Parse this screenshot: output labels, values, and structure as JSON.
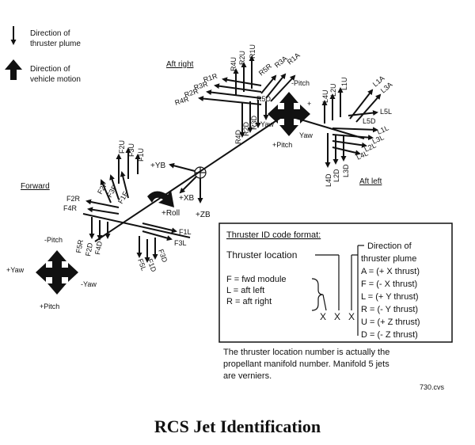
{
  "legend": {
    "plume_line1": "Direction of",
    "plume_line2": "thruster plume",
    "motion_line1": "Direction of",
    "motion_line2": "vehicle motion"
  },
  "sections": {
    "aft_right": "Aft right",
    "aft_left": "Aft left",
    "forward": "Forward"
  },
  "body_axes": {
    "yb": "+YB",
    "xb": "+XB",
    "zb": "+ZB",
    "roll": "+Roll"
  },
  "aft_right_jets": [
    "R4U",
    "R2U",
    "R1U",
    "R5R",
    "R3A",
    "R1A",
    "R1R",
    "R3R",
    "R2R",
    "R4R",
    "R5D",
    "R4D",
    "R2D",
    "R3D"
  ],
  "aft_right_motion": {
    "pitch_minus": "-Pitch",
    "pitch_plus": "+Pitch",
    "yaw_minus": "-Yaw",
    "yaw_plus": "Yaw",
    "plus": "+"
  },
  "aft_left_jets": [
    "L4U",
    "L2U",
    "L1U",
    "L1A",
    "L3A",
    "L5L",
    "L5D",
    "L1L",
    "L3L",
    "L2L",
    "L4L",
    "L4D",
    "L2D",
    "L3D"
  ],
  "forward_jets": [
    "F2U",
    "F3U",
    "F1U",
    "F2F",
    "F3F",
    "F1F",
    "F2R",
    "F4R",
    "F1L",
    "F3L",
    "F5R",
    "F2D",
    "F4D",
    "F3D",
    "F1D",
    "F5L"
  ],
  "forward_motion": {
    "pitch_minus": "-Pitch",
    "pitch_plus": "+Pitch",
    "yaw_plus": "+Yaw",
    "yaw_minus": "-Yaw"
  },
  "id_box": {
    "title": "Thruster ID code format:",
    "location_label": "Thruster location",
    "direction_line1": "Direction of",
    "direction_line2": "thruster plume",
    "locations": [
      "F = fwd module",
      "L = aft left",
      "R = aft right"
    ],
    "directions": [
      "A = (+ X thrust)",
      "F = (- X thrust)",
      "L = (+ Y thrust)",
      "R = (- Y thrust)",
      "U = (+ Z thrust)",
      "D = (- Z thrust)"
    ],
    "code_chars": [
      "X",
      "X",
      "X"
    ]
  },
  "note_lines": [
    "The thruster location number is actually the",
    "propellant manifold number. Manifold 5 jets",
    "are verniers."
  ],
  "file_ref": "730.cvs",
  "caption": "RCS Jet Identification"
}
